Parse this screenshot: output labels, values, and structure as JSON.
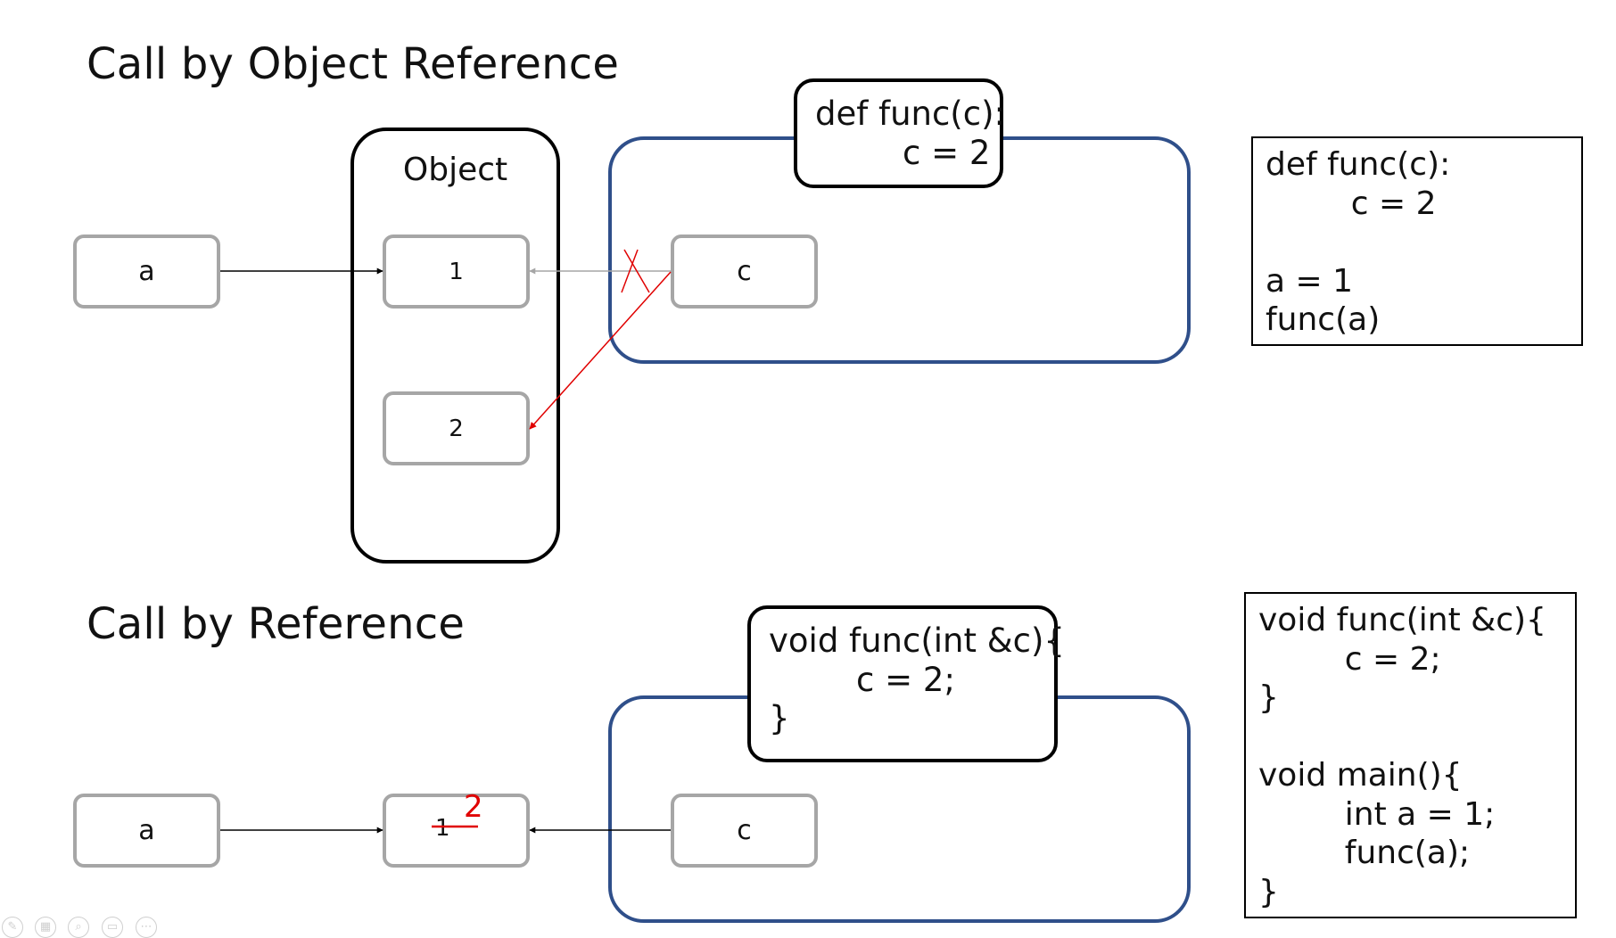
{
  "top": {
    "title": "Call by Object Reference",
    "object_label": "Object",
    "var_a": "a",
    "obj_val_1": "1",
    "obj_val_2": "2",
    "param_c": "c",
    "bubble_lines": [
      "def func(c):",
      "    c = 2"
    ],
    "code_lines": [
      "def func(c):",
      "    c = 2",
      "",
      "a = 1",
      "func(a)"
    ]
  },
  "bottom": {
    "title": "Call by Reference",
    "var_a": "a",
    "old_value": "1",
    "new_value": "2",
    "param_c": "c",
    "bubble_lines": [
      "void func(int &c){",
      "    c = 2;",
      "}"
    ],
    "code_lines": [
      "void func(int &c){",
      "    c = 2;",
      "}",
      "",
      "void main(){",
      "    int a = 1;",
      "    func(a);",
      "}"
    ]
  },
  "colors": {
    "scope_border": "#2f4f8a",
    "box_border": "#a6a6a6",
    "highlight": "#e00000",
    "faded_arrow": "#a6a6a6"
  },
  "toolbar_icons": [
    "pen-icon",
    "slides-icon",
    "zoom-icon",
    "subtitle-icon",
    "more-icon"
  ]
}
